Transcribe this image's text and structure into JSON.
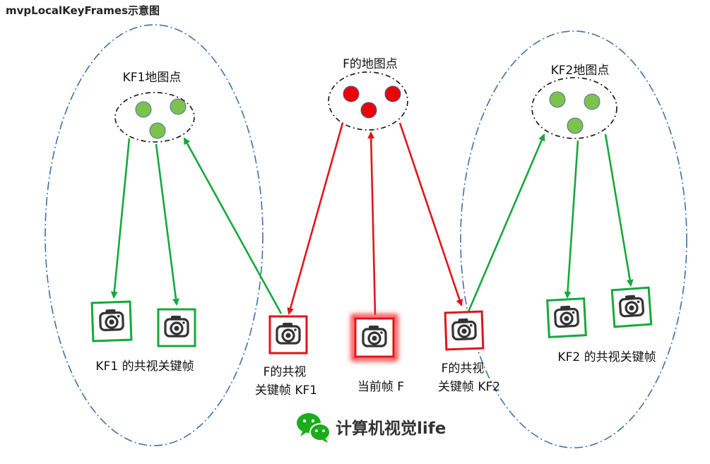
{
  "title": "mvpLocalKeyFrames示意图",
  "labels": {
    "kf1_map_points": "KF1地图点",
    "f_map_points": "F的地图点",
    "kf2_map_points": "KF2地图点",
    "kf1_covisible": "KF1 的共视关键帧",
    "f_covisible_kf1_line1": "F的共视",
    "f_covisible_kf1_line2": "关键帧 KF1",
    "current_frame": "当前帧 F",
    "f_covisible_kf2_line1": "F的共视",
    "f_covisible_kf2_line2": "关键帧 KF2",
    "kf2_covisible": "KF2 的共视关键帧"
  },
  "watermark": {
    "icon": "wechat-icon",
    "text": "计算机视觉life"
  },
  "colors": {
    "green_point": "#7dc24b",
    "red_point": "#ee0000",
    "green_arrow": "#16a83c",
    "red_arrow": "#e0151b",
    "group_ellipse": "#3d72a8",
    "camera_body": "#333333"
  }
}
